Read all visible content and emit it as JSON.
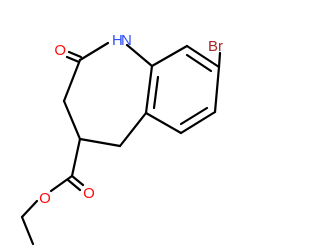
{
  "molecule": {
    "atoms": {
      "oxygen_carbonyl_ring": {
        "label": "O",
        "color": "#ff0d0d"
      },
      "nitrogen_amide": {
        "label": "N",
        "color": "#3050f8"
      },
      "hydrogen_amide": {
        "label": "H",
        "color": "#3050f8"
      },
      "bromine": {
        "label": "Br",
        "color": "#a62929"
      },
      "oxygen_ester_carbonyl": {
        "label": "O",
        "color": "#ff0d0d"
      },
      "oxygen_ester_ether": {
        "label": "O",
        "color": "#ff0d0d"
      }
    },
    "bond_color": "#000000"
  }
}
